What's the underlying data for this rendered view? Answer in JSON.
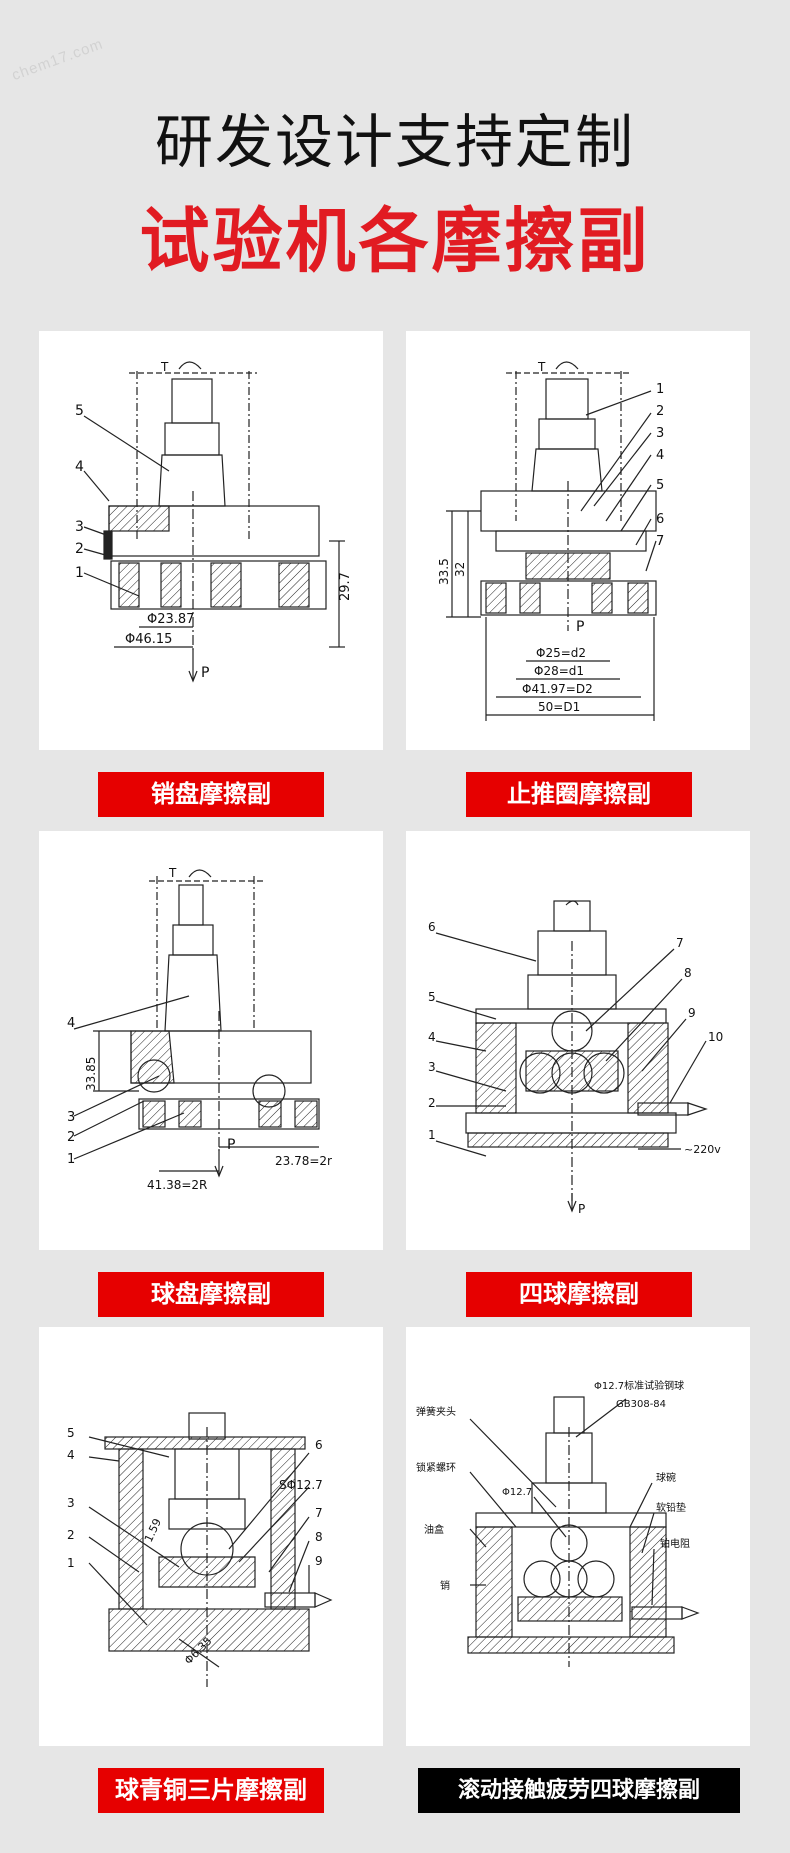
{
  "watermark": "chem17.com",
  "titles": {
    "line1": "研发设计支持定制",
    "line2": "试验机各摩擦副"
  },
  "colors": {
    "accent": "#e60000",
    "black_tag": "#000000",
    "page_bg": "#e6e6e6"
  },
  "figures": [
    {
      "tag": "销盘摩擦副",
      "labels": {
        "torque": "T",
        "n1": "1",
        "n2": "2",
        "n3": "3",
        "n4": "4",
        "n5": "5",
        "d1": "Φ23.87",
        "d2": "Φ46.15",
        "h": "29.7",
        "p": "P"
      }
    },
    {
      "tag": "止推圈摩擦副",
      "labels": {
        "torque": "T",
        "n1": "1",
        "n2": "2",
        "n3": "3",
        "n4": "4",
        "n5": "5",
        "n6": "6",
        "n7": "7",
        "h1": "33.5",
        "h2": "32",
        "p": "P",
        "d1": "Φ25=d2",
        "d2": "Φ28=d1",
        "d3": "Φ41.97=D2",
        "d4": "50=D1"
      }
    },
    {
      "tag": "球盘摩擦副",
      "labels": {
        "torque": "T",
        "n1": "1",
        "n2": "2",
        "n3": "3",
        "n4": "4",
        "h": "33.85",
        "p": "P",
        "r1": "41.38=2R",
        "r2": "23.78=2r"
      }
    },
    {
      "tag": "四球摩擦副",
      "labels": {
        "n1": "1",
        "n2": "2",
        "n3": "3",
        "n4": "4",
        "n5": "5",
        "n6": "6",
        "n7": "7",
        "n8": "8",
        "n9": "9",
        "n10": "10",
        "v": "~220v",
        "p": "P"
      }
    },
    {
      "tag": "球青铜三片摩擦副",
      "labels": {
        "n1": "1",
        "n2": "2",
        "n3": "3",
        "n4": "4",
        "n5": "5",
        "n6": "6",
        "n7": "7",
        "n8": "8",
        "n9": "9",
        "s": "SΦ12.7",
        "a": "1.59",
        "d": "Φ6.35"
      }
    },
    {
      "tag": "滚动接触疲劳四球摩擦副",
      "labels": {
        "spring": "弹簧夹头",
        "ball": "Φ12.7标准试验钢球",
        "std": "GB308-84",
        "lock": "锁紧螺环",
        "dia": "Φ12.7",
        "cup": "球碗",
        "pad": "软铅垫",
        "oilbox": "油盒",
        "thermo": "铂电阻",
        "pin": "销"
      }
    }
  ]
}
